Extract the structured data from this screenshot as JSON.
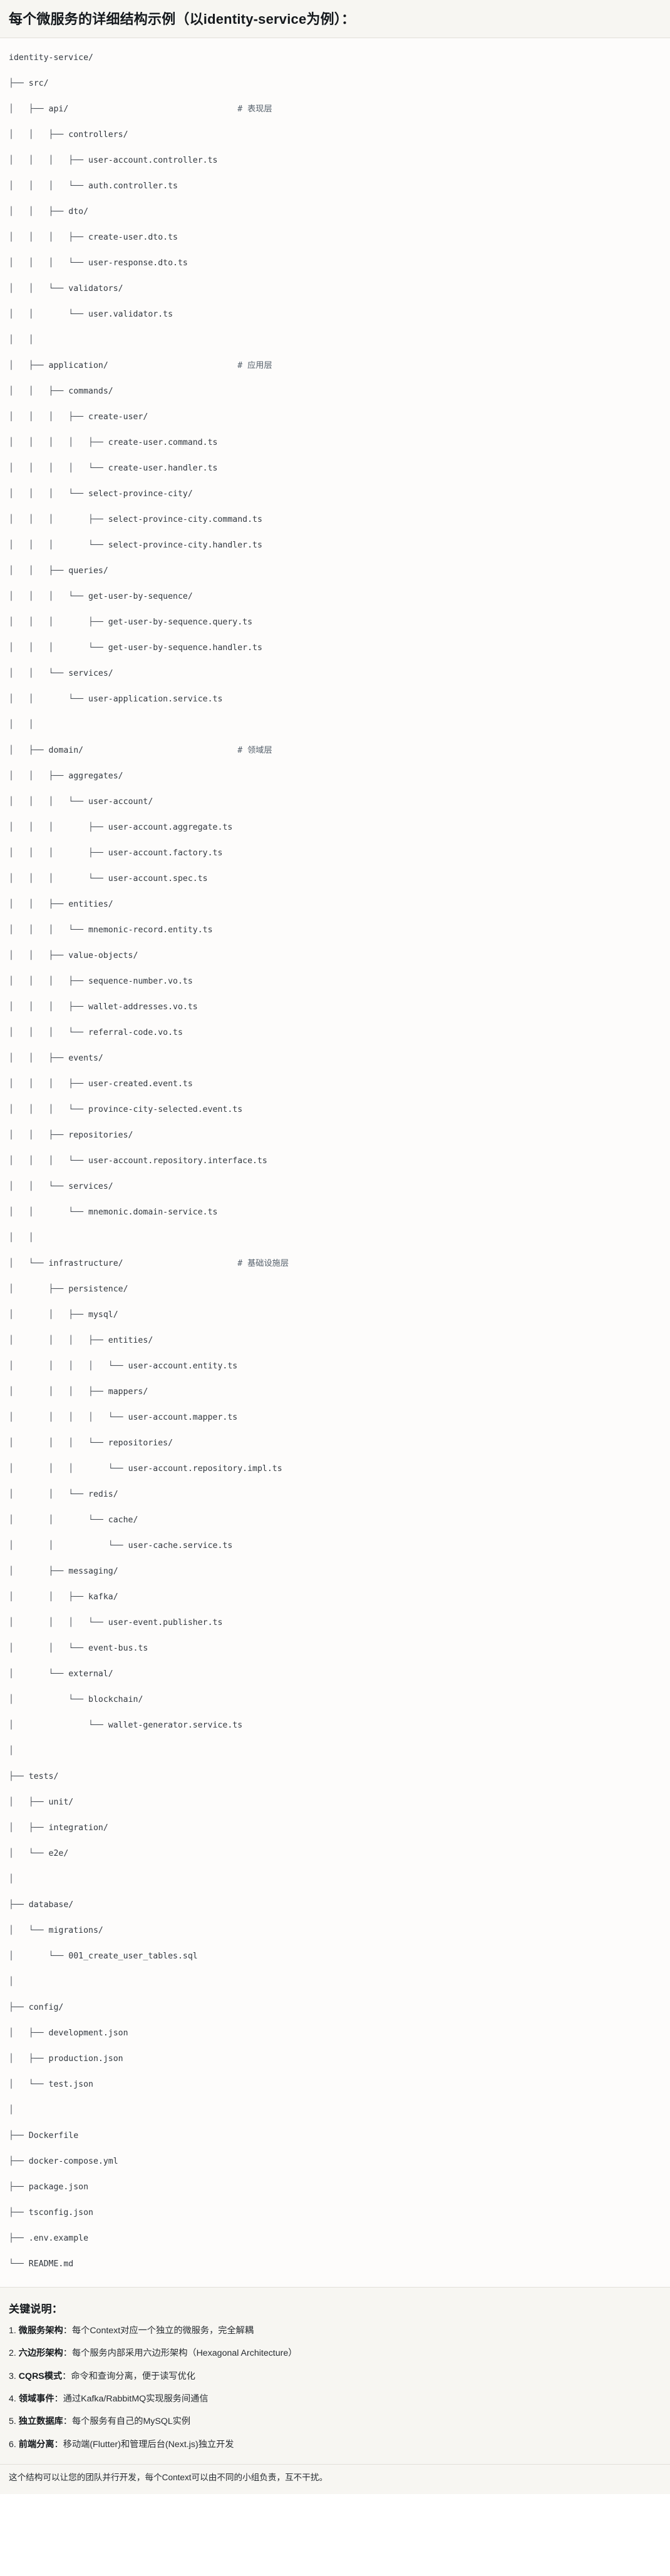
{
  "header": {
    "title": "每个微服务的详细结构示例（以identity-service为例）："
  },
  "tree": {
    "root": "identity-service/",
    "rows": [
      {
        "glyph": "",
        "name": "identity-service/",
        "comment": ""
      },
      {
        "glyph": "├── ",
        "name": "src/",
        "comment": ""
      },
      {
        "glyph": "│   ├── ",
        "name": "api/",
        "comment": "# 表现层"
      },
      {
        "glyph": "│   │   ├── ",
        "name": "controllers/",
        "comment": ""
      },
      {
        "glyph": "│   │   │   ├── ",
        "name": "user-account.controller.ts",
        "comment": ""
      },
      {
        "glyph": "│   │   │   └── ",
        "name": "auth.controller.ts",
        "comment": ""
      },
      {
        "glyph": "│   │   ├── ",
        "name": "dto/",
        "comment": ""
      },
      {
        "glyph": "│   │   │   ├── ",
        "name": "create-user.dto.ts",
        "comment": ""
      },
      {
        "glyph": "│   │   │   └── ",
        "name": "user-response.dto.ts",
        "comment": ""
      },
      {
        "glyph": "│   │   └── ",
        "name": "validators/",
        "comment": ""
      },
      {
        "glyph": "│   │       └── ",
        "name": "user.validator.ts",
        "comment": ""
      },
      {
        "glyph": "│   │",
        "name": "",
        "comment": ""
      },
      {
        "glyph": "│   ├── ",
        "name": "application/",
        "comment": "# 应用层"
      },
      {
        "glyph": "│   │   ├── ",
        "name": "commands/",
        "comment": ""
      },
      {
        "glyph": "│   │   │   ├── ",
        "name": "create-user/",
        "comment": ""
      },
      {
        "glyph": "│   │   │   │   ├── ",
        "name": "create-user.command.ts",
        "comment": ""
      },
      {
        "glyph": "│   │   │   │   └── ",
        "name": "create-user.handler.ts",
        "comment": ""
      },
      {
        "glyph": "│   │   │   └── ",
        "name": "select-province-city/",
        "comment": ""
      },
      {
        "glyph": "│   │   │       ├── ",
        "name": "select-province-city.command.ts",
        "comment": ""
      },
      {
        "glyph": "│   │   │       └── ",
        "name": "select-province-city.handler.ts",
        "comment": ""
      },
      {
        "glyph": "│   │   ├── ",
        "name": "queries/",
        "comment": ""
      },
      {
        "glyph": "│   │   │   └── ",
        "name": "get-user-by-sequence/",
        "comment": ""
      },
      {
        "glyph": "│   │   │       ├── ",
        "name": "get-user-by-sequence.query.ts",
        "comment": ""
      },
      {
        "glyph": "│   │   │       └── ",
        "name": "get-user-by-sequence.handler.ts",
        "comment": ""
      },
      {
        "glyph": "│   │   └── ",
        "name": "services/",
        "comment": ""
      },
      {
        "glyph": "│   │       └── ",
        "name": "user-application.service.ts",
        "comment": ""
      },
      {
        "glyph": "│   │",
        "name": "",
        "comment": ""
      },
      {
        "glyph": "│   ├── ",
        "name": "domain/",
        "comment": "# 领域层"
      },
      {
        "glyph": "│   │   ├── ",
        "name": "aggregates/",
        "comment": ""
      },
      {
        "glyph": "│   │   │   └── ",
        "name": "user-account/",
        "comment": ""
      },
      {
        "glyph": "│   │   │       ├── ",
        "name": "user-account.aggregate.ts",
        "comment": ""
      },
      {
        "glyph": "│   │   │       ├── ",
        "name": "user-account.factory.ts",
        "comment": ""
      },
      {
        "glyph": "│   │   │       └── ",
        "name": "user-account.spec.ts",
        "comment": ""
      },
      {
        "glyph": "│   │   ├── ",
        "name": "entities/",
        "comment": ""
      },
      {
        "glyph": "│   │   │   └── ",
        "name": "mnemonic-record.entity.ts",
        "comment": ""
      },
      {
        "glyph": "│   │   ├── ",
        "name": "value-objects/",
        "comment": ""
      },
      {
        "glyph": "│   │   │   ├── ",
        "name": "sequence-number.vo.ts",
        "comment": ""
      },
      {
        "glyph": "│   │   │   ├── ",
        "name": "wallet-addresses.vo.ts",
        "comment": ""
      },
      {
        "glyph": "│   │   │   └── ",
        "name": "referral-code.vo.ts",
        "comment": ""
      },
      {
        "glyph": "│   │   ├── ",
        "name": "events/",
        "comment": ""
      },
      {
        "glyph": "│   │   │   ├── ",
        "name": "user-created.event.ts",
        "comment": ""
      },
      {
        "glyph": "│   │   │   └── ",
        "name": "province-city-selected.event.ts",
        "comment": ""
      },
      {
        "glyph": "│   │   ├── ",
        "name": "repositories/",
        "comment": ""
      },
      {
        "glyph": "│   │   │   └── ",
        "name": "user-account.repository.interface.ts",
        "comment": ""
      },
      {
        "glyph": "│   │   └── ",
        "name": "services/",
        "comment": ""
      },
      {
        "glyph": "│   │       └── ",
        "name": "mnemonic.domain-service.ts",
        "comment": ""
      },
      {
        "glyph": "│   │",
        "name": "",
        "comment": ""
      },
      {
        "glyph": "│   └── ",
        "name": "infrastructure/",
        "comment": "# 基础设施层"
      },
      {
        "glyph": "│       ├── ",
        "name": "persistence/",
        "comment": ""
      },
      {
        "glyph": "│       │   ├── ",
        "name": "mysql/",
        "comment": ""
      },
      {
        "glyph": "│       │   │   ├── ",
        "name": "entities/",
        "comment": ""
      },
      {
        "glyph": "│       │   │   │   └── ",
        "name": "user-account.entity.ts",
        "comment": ""
      },
      {
        "glyph": "│       │   │   ├── ",
        "name": "mappers/",
        "comment": ""
      },
      {
        "glyph": "│       │   │   │   └── ",
        "name": "user-account.mapper.ts",
        "comment": ""
      },
      {
        "glyph": "│       │   │   └── ",
        "name": "repositories/",
        "comment": ""
      },
      {
        "glyph": "│       │   │       └── ",
        "name": "user-account.repository.impl.ts",
        "comment": ""
      },
      {
        "glyph": "│       │   └── ",
        "name": "redis/",
        "comment": ""
      },
      {
        "glyph": "│       │       └── ",
        "name": "cache/",
        "comment": ""
      },
      {
        "glyph": "│       │           └── ",
        "name": "user-cache.service.ts",
        "comment": ""
      },
      {
        "glyph": "│       ├── ",
        "name": "messaging/",
        "comment": ""
      },
      {
        "glyph": "│       │   ├── ",
        "name": "kafka/",
        "comment": ""
      },
      {
        "glyph": "│       │   │   └── ",
        "name": "user-event.publisher.ts",
        "comment": ""
      },
      {
        "glyph": "│       │   └── ",
        "name": "event-bus.ts",
        "comment": ""
      },
      {
        "glyph": "│       └── ",
        "name": "external/",
        "comment": ""
      },
      {
        "glyph": "│           └── ",
        "name": "blockchain/",
        "comment": ""
      },
      {
        "glyph": "│               └── ",
        "name": "wallet-generator.service.ts",
        "comment": ""
      },
      {
        "glyph": "│",
        "name": "",
        "comment": ""
      },
      {
        "glyph": "├── ",
        "name": "tests/",
        "comment": ""
      },
      {
        "glyph": "│   ├── ",
        "name": "unit/",
        "comment": ""
      },
      {
        "glyph": "│   ├── ",
        "name": "integration/",
        "comment": ""
      },
      {
        "glyph": "│   └── ",
        "name": "e2e/",
        "comment": ""
      },
      {
        "glyph": "│",
        "name": "",
        "comment": ""
      },
      {
        "glyph": "├── ",
        "name": "database/",
        "comment": ""
      },
      {
        "glyph": "│   └── ",
        "name": "migrations/",
        "comment": ""
      },
      {
        "glyph": "│       └── ",
        "name": "001_create_user_tables.sql",
        "comment": ""
      },
      {
        "glyph": "│",
        "name": "",
        "comment": ""
      },
      {
        "glyph": "├── ",
        "name": "config/",
        "comment": ""
      },
      {
        "glyph": "│   ├── ",
        "name": "development.json",
        "comment": ""
      },
      {
        "glyph": "│   ├── ",
        "name": "production.json",
        "comment": ""
      },
      {
        "glyph": "│   └── ",
        "name": "test.json",
        "comment": ""
      },
      {
        "glyph": "│",
        "name": "",
        "comment": ""
      },
      {
        "glyph": "├── ",
        "name": "Dockerfile",
        "comment": ""
      },
      {
        "glyph": "├── ",
        "name": "docker-compose.yml",
        "comment": ""
      },
      {
        "glyph": "├── ",
        "name": "package.json",
        "comment": ""
      },
      {
        "glyph": "├── ",
        "name": "tsconfig.json",
        "comment": ""
      },
      {
        "glyph": "├── ",
        "name": ".env.example",
        "comment": ""
      },
      {
        "glyph": "└── ",
        "name": "README.md",
        "comment": ""
      }
    ]
  },
  "notes": {
    "title": "关键说明：",
    "items": [
      {
        "num": "1.",
        "term": "微服务架构",
        "sep": "：",
        "desc": "每个Context对应一个独立的微服务，完全解耦"
      },
      {
        "num": "2.",
        "term": "六边形架构",
        "sep": "：",
        "desc": "每个服务内部采用六边形架构（Hexagonal Architecture）"
      },
      {
        "num": "3.",
        "term": "CQRS模式",
        "sep": "：",
        "desc": "命令和查询分离，便于读写优化"
      },
      {
        "num": "4.",
        "term": "领域事件",
        "sep": "：",
        "desc": "通过Kafka/RabbitMQ实现服务间通信"
      },
      {
        "num": "5.",
        "term": "独立数据库",
        "sep": "：",
        "desc": "每个服务有自己的MySQL实例"
      },
      {
        "num": "6.",
        "term": "前端分离",
        "sep": "：",
        "desc": "移动端(Flutter)和管理后台(Next.js)独立开发"
      }
    ]
  },
  "footer": {
    "text": "这个结构可以让您的团队并行开发，每个Context可以由不同的小组负责，互不干扰。"
  }
}
